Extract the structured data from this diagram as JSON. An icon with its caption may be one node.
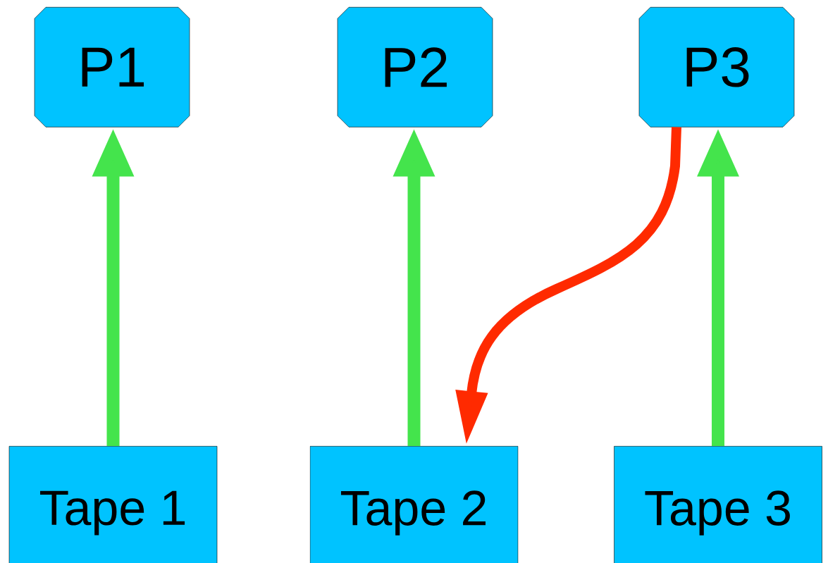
{
  "diagram": {
    "nodes": [
      {
        "text": [
          "P1"
        ]
      },
      {
        "text": [
          "P2"
        ]
      },
      {
        "text": [
          "P3"
        ]
      },
      {
        "text": [
          "Tape 1"
        ]
      },
      {
        "text": [
          "Tape 2"
        ]
      },
      {
        "text": [
          "Tape 3"
        ]
      }
    ],
    "edges": [
      {
        "from": 3,
        "to": 0,
        "arrow": "to"
      },
      {
        "from": 4,
        "to": 1,
        "arrow": "to"
      },
      {
        "from": 5,
        "to": 2,
        "arrow": "to"
      },
      {
        "from": 2,
        "to": 4,
        "arrow": "to",
        "color": "#ff2a00"
      }
    ]
  }
}
